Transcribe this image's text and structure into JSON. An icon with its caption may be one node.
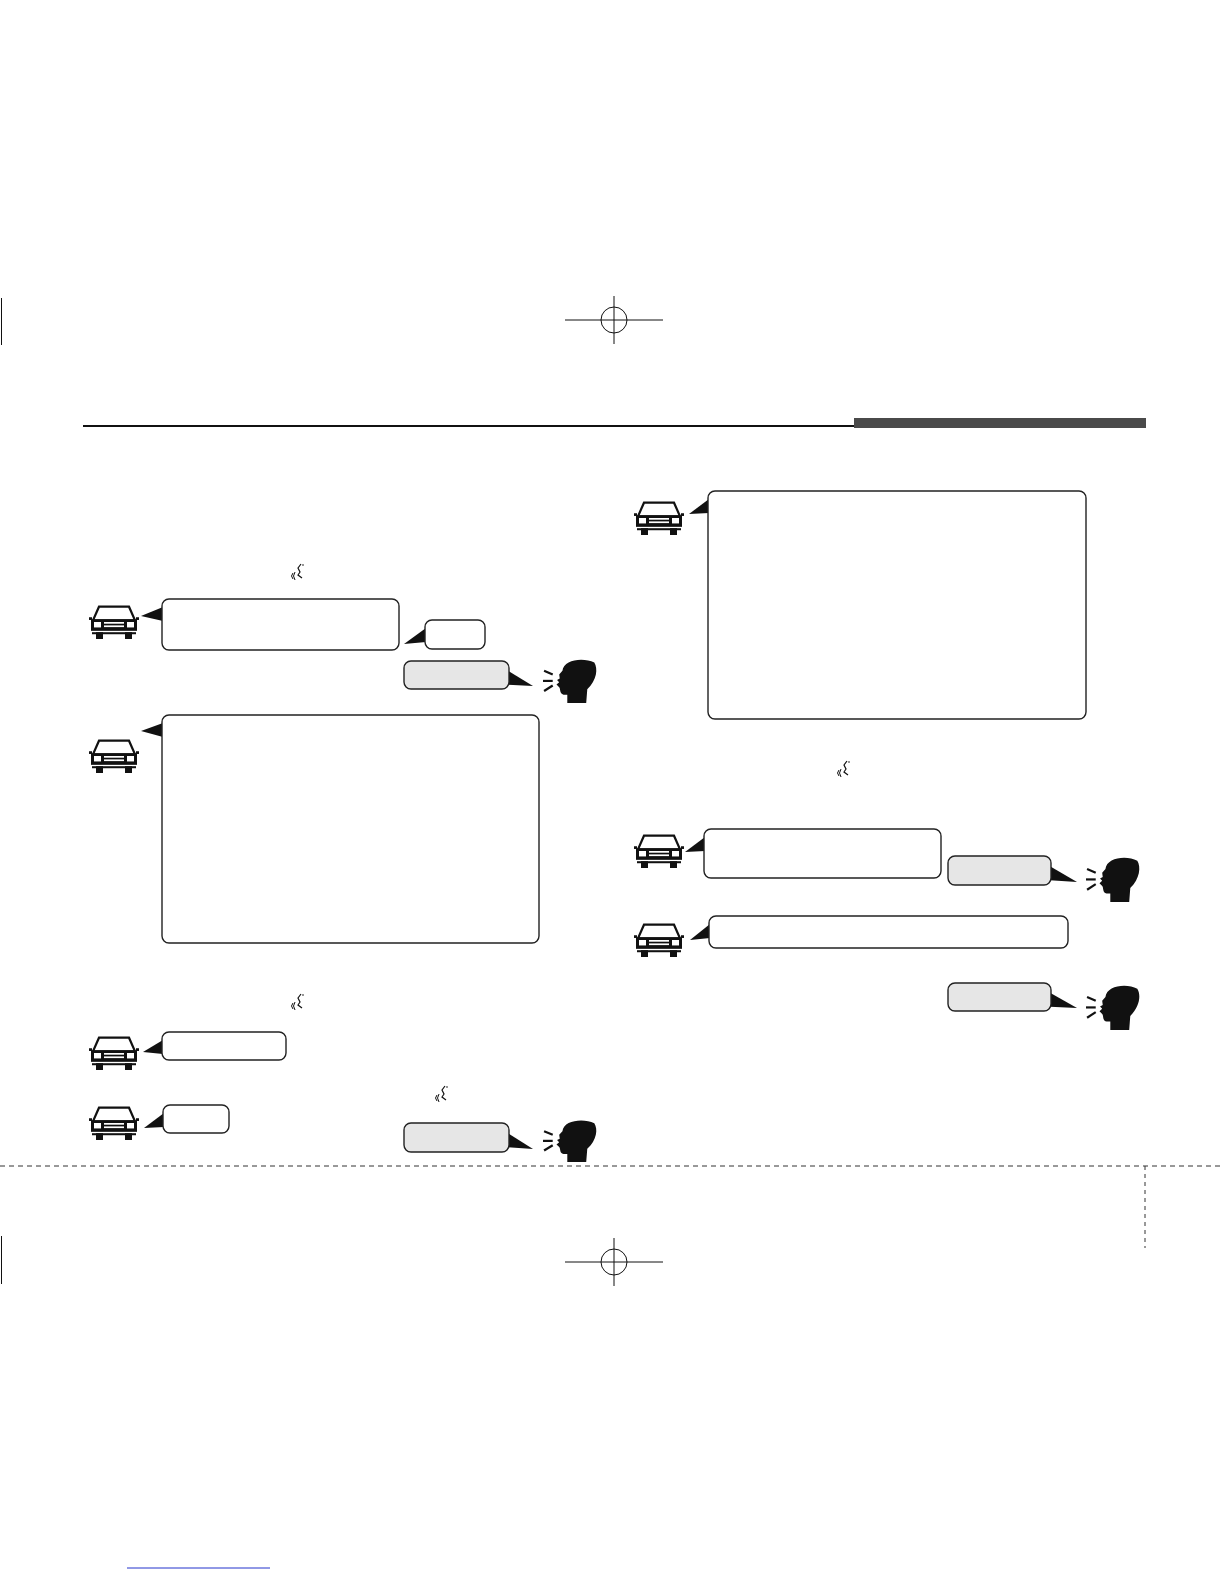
{
  "diagram": {
    "nodes": [
      {
        "text": [],
        "shape": "car"
      },
      {
        "text": [],
        "shape": "box"
      },
      {
        "text": [],
        "shape": "box"
      },
      {
        "text": [],
        "shape": "box"
      },
      {
        "text": [],
        "shape": "person"
      },
      {
        "text": [],
        "shape": "car"
      },
      {
        "text": [],
        "shape": "box"
      },
      {
        "text": [],
        "shape": "car"
      },
      {
        "text": [],
        "shape": "box"
      },
      {
        "text": [],
        "shape": "car"
      },
      {
        "text": [],
        "shape": "box"
      },
      {
        "text": [],
        "shape": "box"
      },
      {
        "text": [],
        "shape": "person"
      },
      {
        "text": [],
        "shape": "car"
      },
      {
        "text": [],
        "shape": "box"
      },
      {
        "text": [],
        "shape": "car"
      },
      {
        "text": [],
        "shape": "box"
      },
      {
        "text": [],
        "shape": "box"
      },
      {
        "text": [],
        "shape": "person"
      },
      {
        "text": [],
        "shape": "car"
      },
      {
        "text": [],
        "shape": "box"
      },
      {
        "text": [],
        "shape": "box"
      },
      {
        "text": [],
        "shape": "person"
      }
    ]
  }
}
